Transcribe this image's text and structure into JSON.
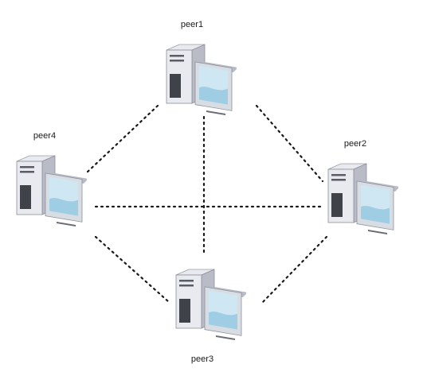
{
  "diagram": {
    "type": "peer-to-peer network",
    "line_style": "dotted",
    "colors": {
      "line": "#1a1a1a",
      "case_light": "#e9eaf0",
      "case_mid": "#b9bcc6",
      "case_dark": "#5a5d66",
      "screen_frame": "#d8dde3",
      "screen_glass": "#cfe7f2",
      "screen_wave": "#9fcde3"
    },
    "peers": [
      {
        "id": "peer1",
        "label": "peer1",
        "icon": "computer-icon"
      },
      {
        "id": "peer2",
        "label": "peer2",
        "icon": "computer-icon"
      },
      {
        "id": "peer3",
        "label": "peer3",
        "icon": "computer-icon"
      },
      {
        "id": "peer4",
        "label": "peer4",
        "icon": "computer-icon"
      }
    ],
    "connections": [
      {
        "from": "peer1",
        "to": "peer2"
      },
      {
        "from": "peer1",
        "to": "peer3"
      },
      {
        "from": "peer1",
        "to": "peer4"
      },
      {
        "from": "peer2",
        "to": "peer3"
      },
      {
        "from": "peer2",
        "to": "peer4"
      },
      {
        "from": "peer3",
        "to": "peer4"
      }
    ]
  }
}
